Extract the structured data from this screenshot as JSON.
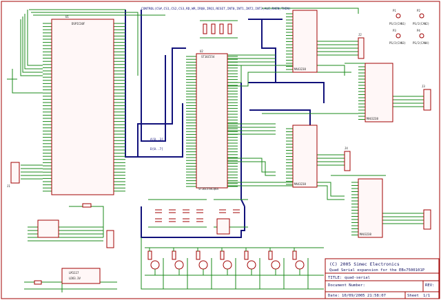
{
  "title_block": {
    "copyright": "(C) 2005 Simec Electronics",
    "subtitle": "Quad Serial expansion for the EBs7500101P",
    "title_label": "TITLE:",
    "title_value": "quad-serial",
    "document_label": "Document Number:",
    "rev_label": "REV:",
    "date_label": "Date:",
    "date_value": "10/09/2005 21:58:07",
    "sheet_label": "Sheet",
    "sheet_value": "1/1"
  },
  "labels": {
    "bus_top": "CONTROL(CS#,CS1,CS2,CS3,RD,WR,IRQ0,IRQ1,RESET,INT0,INT1,INT2,INT3,ALE,RXEN,TXEN)",
    "bus_a03": "A[0..3]",
    "bus_d07": "D[0..7]",
    "u1_ref": "U1",
    "u2_ref": "U2",
    "u2_name": "ST16C554",
    "u2_part": "ST16C554CQ64",
    "p1": "P1",
    "p2": "P2",
    "p3": "P3",
    "p4": "P4",
    "p1_name": "PS/2(CAN1)",
    "p2_name": "PS/2(CAN2)",
    "p3_name": "PS/2(CAN3)",
    "p4_name": "PS/2(CAN4)",
    "u1_name": "DSPIC30F",
    "max_name": "MAX3238",
    "j1": "J1",
    "j2": "J2",
    "j3": "J3",
    "j4": "J4",
    "reg_name": "LM1117",
    "ldo_label": "LDO3.3V"
  },
  "colors": {
    "wire": "#1a8a1a",
    "bus": "#10107a",
    "component": "#a00000",
    "text": "#202020"
  }
}
